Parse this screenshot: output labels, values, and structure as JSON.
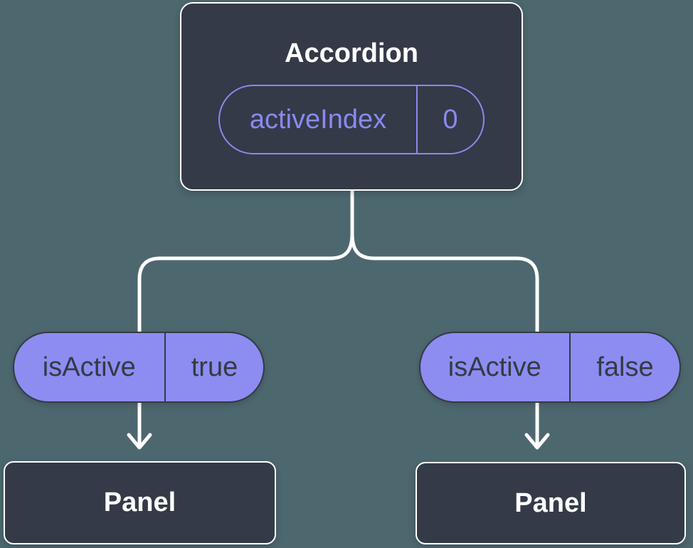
{
  "tree": {
    "root": {
      "title": "Accordion",
      "state": {
        "name": "activeIndex",
        "value": "0"
      }
    },
    "props": [
      {
        "name": "isActive",
        "value": "true"
      },
      {
        "name": "isActive",
        "value": "false"
      }
    ],
    "children": [
      {
        "title": "Panel"
      },
      {
        "title": "Panel"
      }
    ]
  },
  "colors": {
    "background": "#4d676f",
    "node_fill": "#343a47",
    "node_border": "#ffffff",
    "state_accent": "#8b89f0",
    "prop_fill": "#8d8cf1",
    "prop_text": "#333a45",
    "connector": "#ffffff"
  }
}
